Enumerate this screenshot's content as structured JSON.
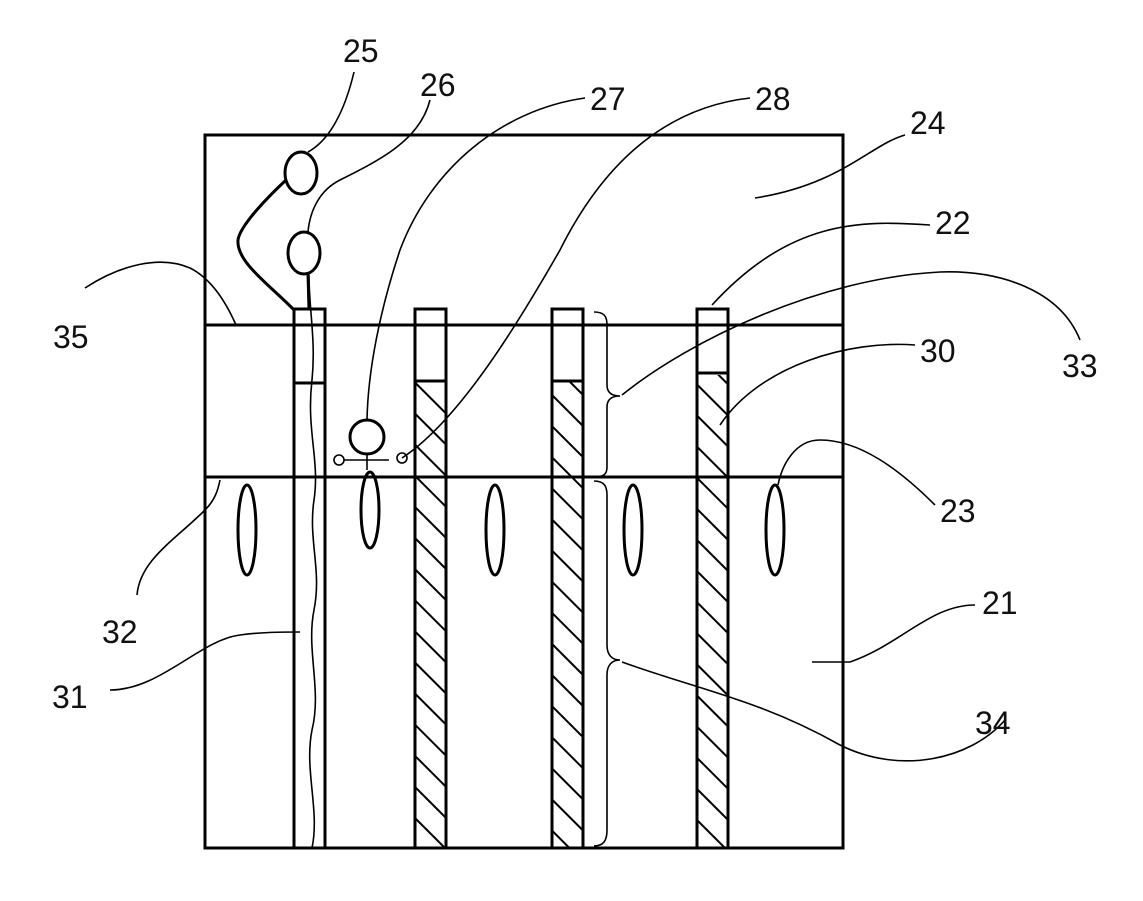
{
  "labels": {
    "l21": "21",
    "l22": "22",
    "l23": "23",
    "l24": "24",
    "l25": "25",
    "l26": "26",
    "l27": "27",
    "l28": "28",
    "l30": "30",
    "l31": "31",
    "l32": "32",
    "l33": "33",
    "l34": "34",
    "l35": "35"
  }
}
